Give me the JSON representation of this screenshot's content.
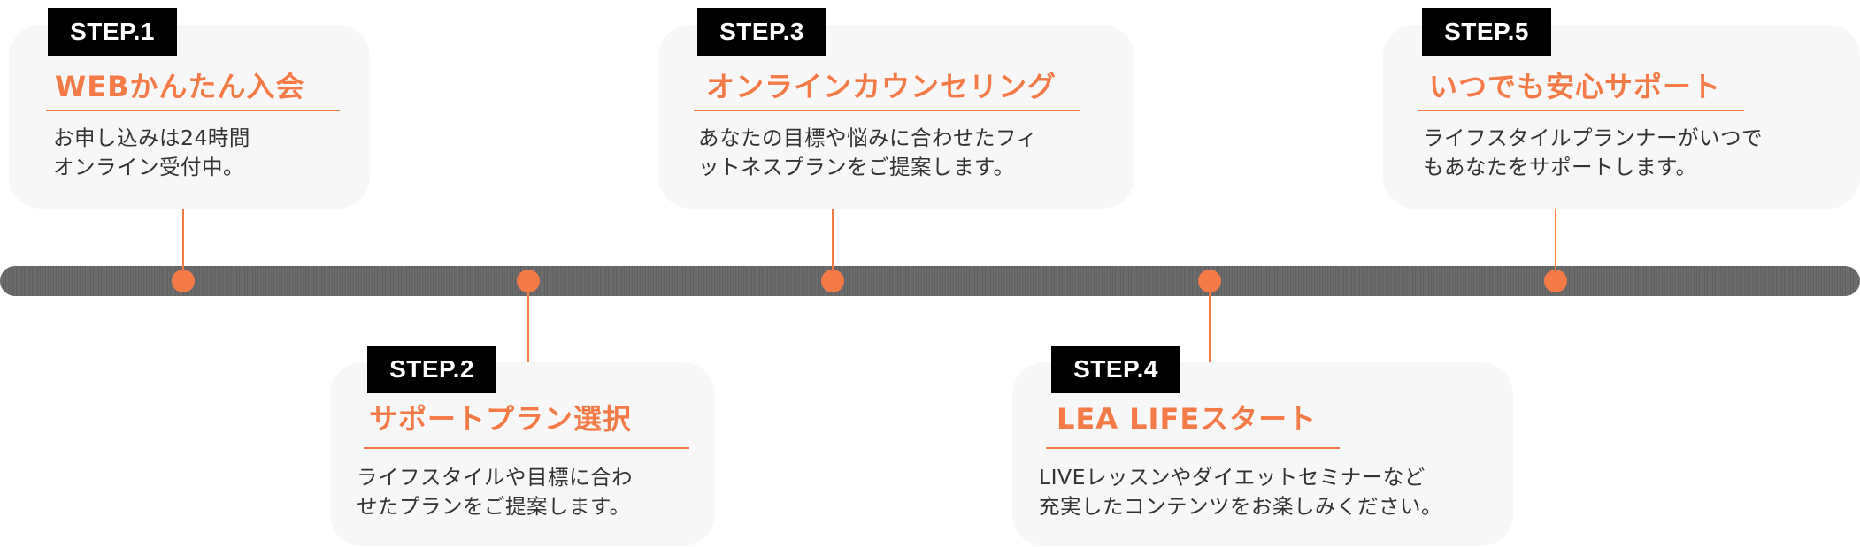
{
  "steps": [
    {
      "badge": "STEP.1",
      "title": "WEBかんたん入会",
      "description": "お申し込みは24時間\nオンライン受付中。"
    },
    {
      "badge": "STEP.2",
      "title": "サポートプラン選択",
      "description": "ライフスタイルや目標に合わ\nせたプランをご提案します。"
    },
    {
      "badge": "STEP.3",
      "title": "オンラインカウンセリング",
      "description": "あなたの目標や悩みに合わせたフィ\nットネスプランをご提案します。"
    },
    {
      "badge": "STEP.4",
      "title": "LEA LIFEスタート",
      "description": "LIVEレッスンやダイエットセミナーなど\n充実したコンテンツをお楽しみください。"
    },
    {
      "badge": "STEP.5",
      "title": "いつでも安心サポート",
      "description": "ライフスタイルプランナーがいつで\nもあなたをサポートします。"
    }
  ],
  "colors": {
    "accent": "#f47b48",
    "timeline": "#6b6b6b",
    "card_background": "#f7f7f7",
    "badge_background": "#000000",
    "badge_text": "#ffffff",
    "body_text": "#333333"
  }
}
